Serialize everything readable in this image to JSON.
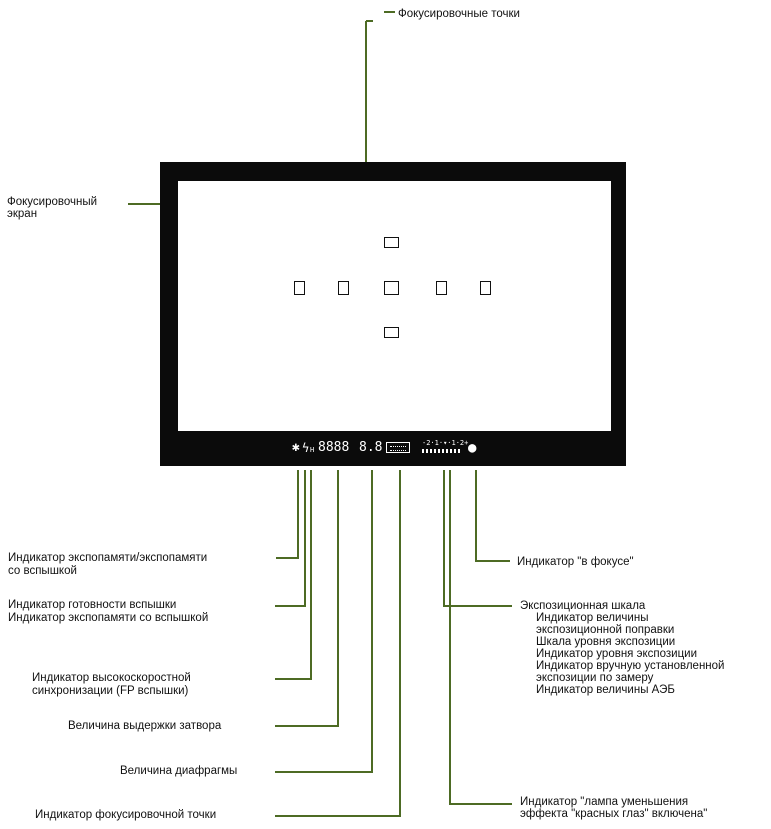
{
  "diagram": {
    "line_color": "#4d6b24",
    "labels": {
      "focus_points": "Фокусировочные  точки",
      "focus_screen_1": "Фокусировочный",
      "focus_screen_2": "экран",
      "ae_lock_1": "Индикатор экспопамяти/экспопамяти",
      "ae_lock_2": "со вспышкой",
      "flash_ready_1": "Индикатор готовности вспышки",
      "flash_ready_2": "Индикатор экспопамяти со вспышкой",
      "fp_sync_1": "Индикатор  высокоскоростной",
      "fp_sync_2": "синхронизации (FP вспышки)",
      "shutter": "Величина выдержки затвора",
      "aperture": "Величина диафрагмы",
      "af_point_ind": "Индикатор фокусировочной точки",
      "in_focus": "Индикатор \"в фокусе\"",
      "exp_scale": "Экспозиционная  шкала",
      "exp_items": [
        "Индикатор  величины",
        "экспозиционной поправки",
        "Шкала уровня экспозиции",
        "Индикатор уровня экспозиции",
        "Индикатор вручную установленной",
        "экспозиции по замеру",
        "Индикатор величины АЭБ"
      ],
      "red_eye_1": "Индикатор \"лампа уменьшения",
      "red_eye_2": "эффекта \"красных глаз\" включена\""
    },
    "display": {
      "ae_lock_symbol": "✱",
      "flash_symbol": "ϟ",
      "fp_symbol": "H",
      "shutter_digits": "8888",
      "aperture_digits": "8.8",
      "scale_text": "-2·1·▾·1·2+",
      "focus_dot": "●"
    }
  }
}
